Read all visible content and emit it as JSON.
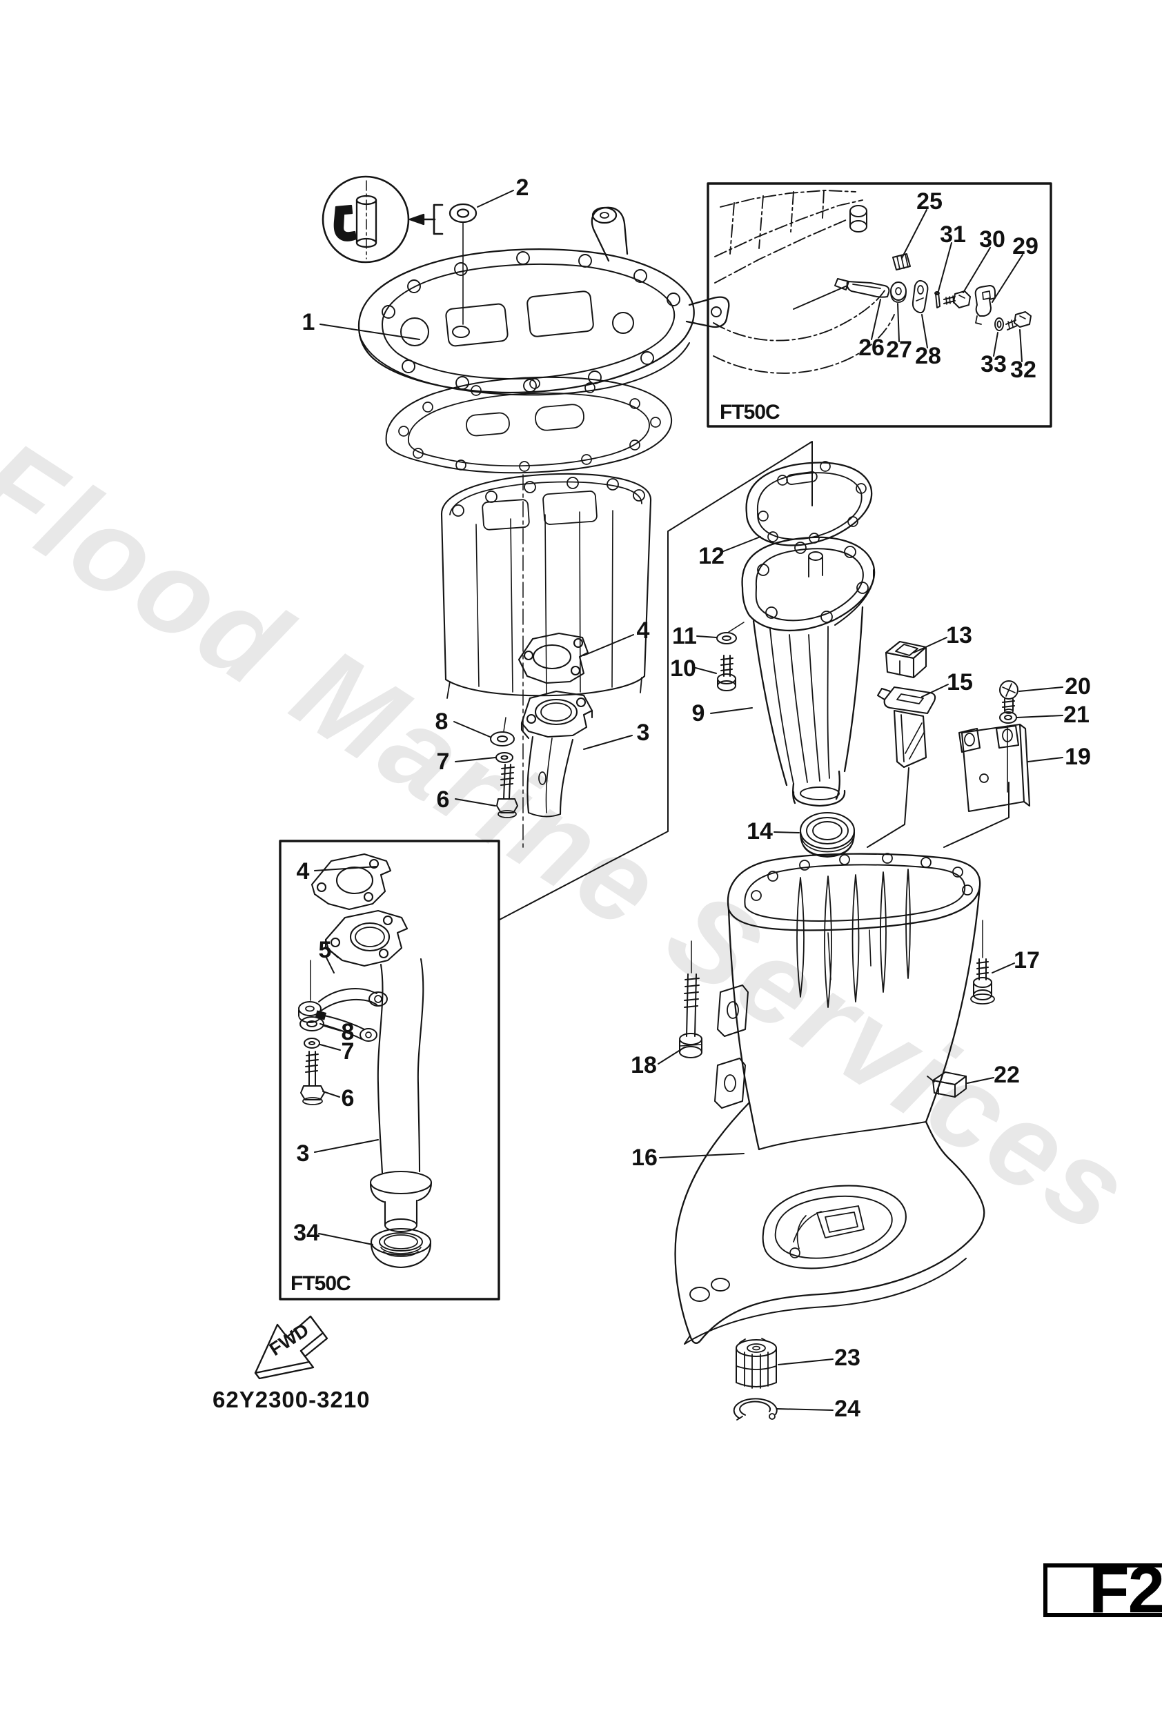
{
  "watermark": {
    "text": "Flood Marine Services",
    "color": "#e8e8e8"
  },
  "footer": {
    "drawing_code": "62Y2300-3210",
    "page_ref": "F2"
  },
  "fwd_label": "FWD",
  "insets": {
    "top_right": {
      "model": "FT50C"
    },
    "bottom_left": {
      "model": "FT50C"
    }
  },
  "callouts": {
    "main": [
      "2",
      "1",
      "12",
      "11",
      "10",
      "4",
      "8",
      "7",
      "6",
      "3",
      "9",
      "13",
      "15",
      "20",
      "21",
      "19",
      "14",
      "17",
      "18",
      "22",
      "16",
      "23",
      "24"
    ],
    "top_right_inset": [
      "25",
      "31",
      "30",
      "29",
      "26",
      "27",
      "28",
      "33",
      "32"
    ],
    "bottom_left_inset": [
      "4",
      "5",
      "8",
      "7",
      "6",
      "3",
      "34"
    ]
  }
}
